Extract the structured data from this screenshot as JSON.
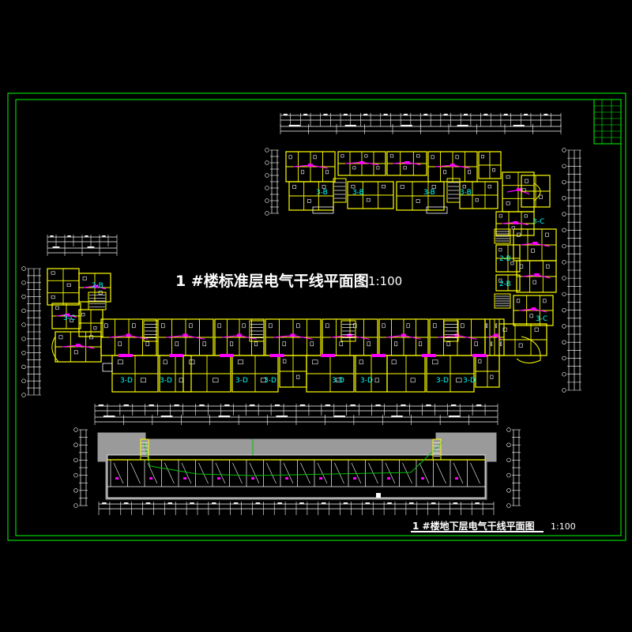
{
  "drawing": {
    "main_title": "1 #楼标准层电气干线平面图",
    "main_scale": "1:100",
    "sub_title": "1 #楼地下层电气干线平面图",
    "sub_scale": "1:100"
  },
  "unit_labels": [
    "3-B",
    "3-B",
    "3-B",
    "3-B",
    "3-C",
    "2-B",
    "2-B",
    "2-B",
    "3-C",
    "3-C",
    "3-D",
    "3-D",
    "3-D",
    "3-D",
    "3-D",
    "3-D",
    "3-D",
    "3-D"
  ],
  "title_block": {
    "rows": 6
  },
  "colors": {
    "background": "#000000",
    "frame": "#00ff00",
    "walls": "#ffff00",
    "dimension": "#ffffff",
    "wiring": "#ff00ff",
    "labels": "#00ffff",
    "basement_fill": "#9a9a9a",
    "green_line": "#00c000"
  }
}
